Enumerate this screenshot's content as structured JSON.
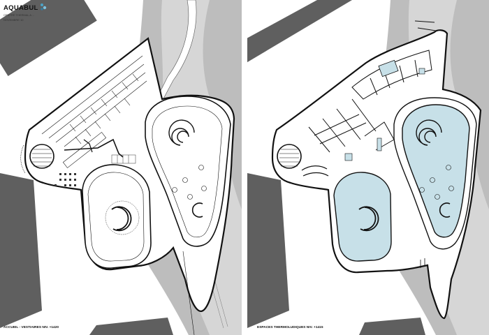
{
  "header": {
    "brand": "AQUABUL",
    "subtitle_line1": "CENTRE THERMAL A ...",
    "subtitle_line2": "NOVEMBRE 10"
  },
  "sheets": [
    {
      "id": "left",
      "caption": "ACCUEIL - VESTIAIRES NIV. +1420",
      "level_label": "NIV. +1420"
    },
    {
      "id": "right",
      "caption": "ESPACES THERMOLUDIQUES NIV. +1415",
      "level_label": "NIV. +1415"
    }
  ],
  "colors": {
    "building_dark": "#5f5f5f",
    "building_mid": "#9a9a9a",
    "terrain": "#bdbdbd",
    "terrain_light": "#d6d6d6",
    "plan_white": "#ffffff",
    "wall": "#111111",
    "water": "#c7e0e8"
  }
}
